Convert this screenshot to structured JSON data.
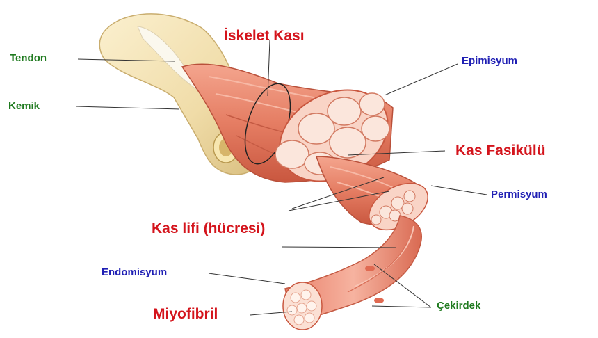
{
  "labels": {
    "tendon": "Tendon",
    "kemik": "Kemik",
    "iskelet_kasi": "İskelet Kası",
    "epimisyum": "Epimisyum",
    "kas_fasikulu": "Kas Fasikülü",
    "permisyum": "Permisyum",
    "kas_lifi": "Kas lifi (hücresi)",
    "endomisyum": "Endomisyum",
    "miyofibril": "Miyofibril",
    "cekirdek": "Çekirdek"
  },
  "colors": {
    "structure_label": "#1f7a1f",
    "membrane_label": "#1f1fb4",
    "muscle_label": "#d4141c",
    "muscle": "#e8826a",
    "muscle_dark": "#c85a45",
    "bone": "#f3e3b8",
    "leader_line": "#333333"
  }
}
